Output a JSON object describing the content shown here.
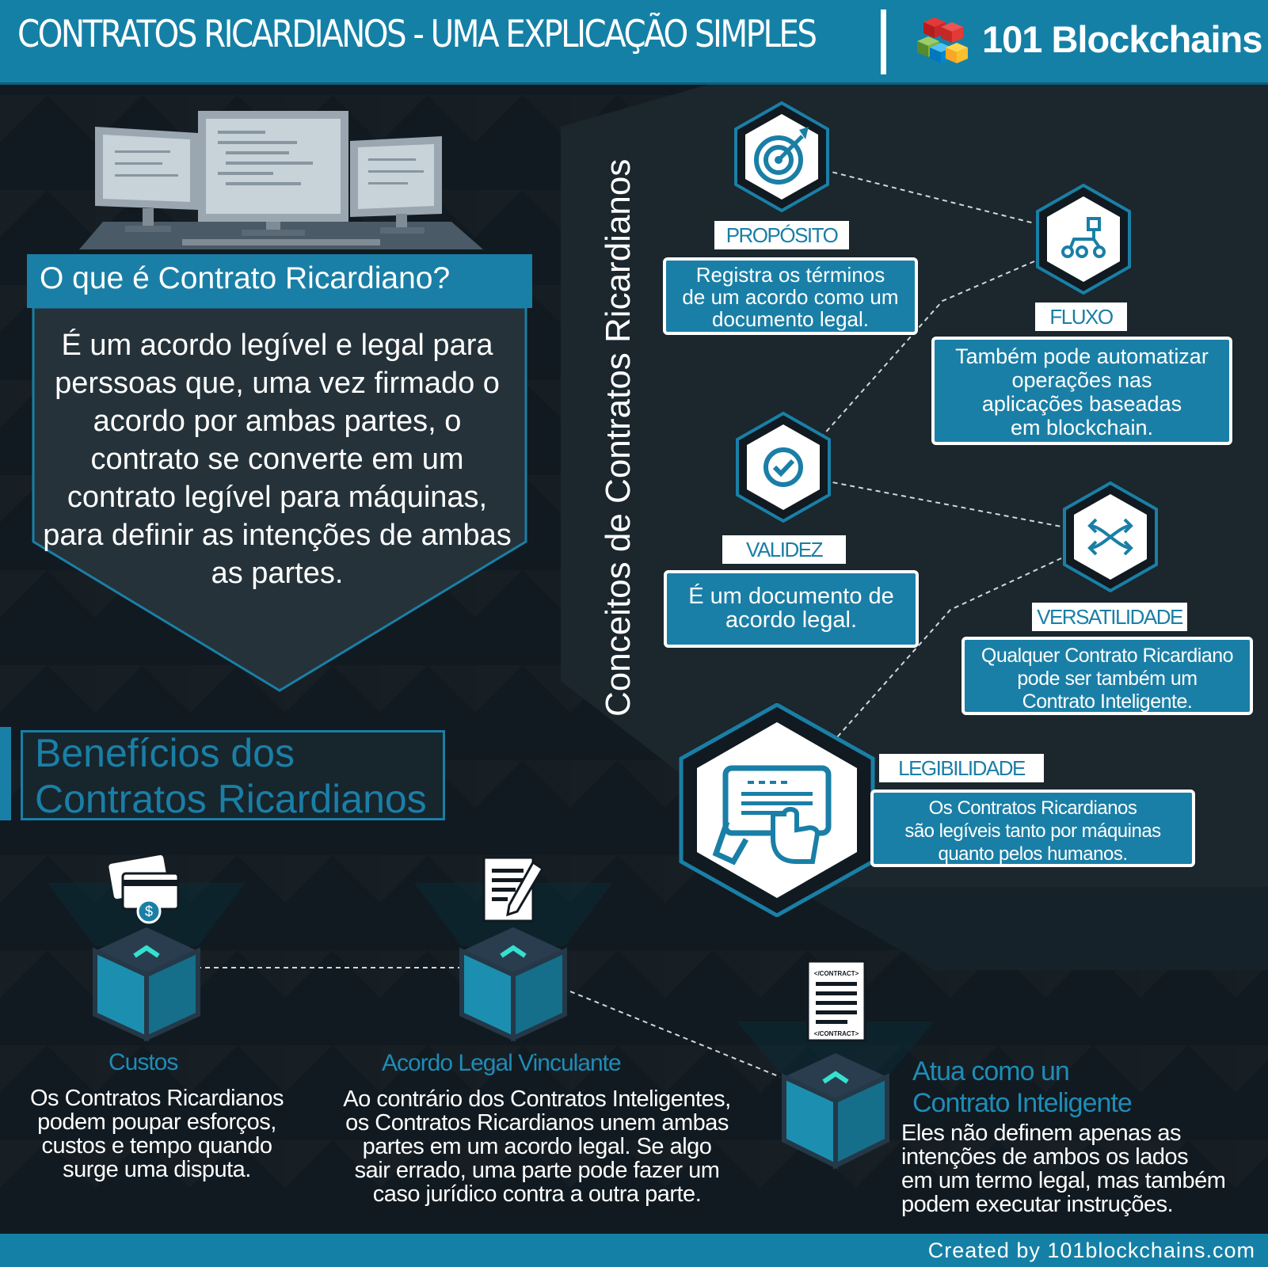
{
  "header": {
    "title": "CONTRATOS RICARDIANOS - UMA EXPLICAÇÃO SIMPLES",
    "brand": "101 Blockchains"
  },
  "intro": {
    "question": "O que é Contrato Ricardiano?",
    "definition": "É um acordo legível e legal para perssoas que, uma vez firmado o acordo por ambas partes, o contrato se converte em um contrato legível para máquinas, para definir as intenções de ambas as partes."
  },
  "concepts": {
    "title": "Conceitos de Contratos Ricardianos",
    "items": [
      {
        "tag": "PROPÓSITO",
        "lines": [
          "Registra os términos",
          "de um acordo como um",
          "documento legal."
        ],
        "icon": "target-icon"
      },
      {
        "tag": "FLUXO",
        "lines": [
          "Também pode automatizar",
          "operações nas",
          "aplicações baseadas",
          "em blockchain."
        ],
        "icon": "flow-icon"
      },
      {
        "tag": "VALIDEZ",
        "lines": [
          "É um documento de",
          "acordo legal."
        ],
        "icon": "check-icon"
      },
      {
        "tag": "VERSATILIDADE",
        "lines": [
          "Qualquer Contrato Ricardiano",
          "pode ser também um",
          "Contrato Inteligente."
        ],
        "icon": "arrows-cross-icon"
      },
      {
        "tag": "LEGIBILIDADE",
        "lines": [
          "Os Contratos Ricardianos",
          "são legíveis tanto por máquinas",
          "quanto pelos humanos."
        ],
        "icon": "tablet-icon"
      }
    ]
  },
  "benefits": {
    "title_lines": [
      "Benefícios dos",
      "Contratos Ricardianos"
    ],
    "items": [
      {
        "heading": "Custos",
        "lines": [
          "Os Contratos Ricardianos",
          "podem poupar esforços,",
          "custos e tempo quando",
          "surge uma disputa."
        ],
        "icon": "money-card-icon"
      },
      {
        "heading": "Acordo Legal Vinculante",
        "lines": [
          "Ao contrário dos Contratos Inteligentes,",
          "os Contratos Ricardianos unem ambas",
          "partes em um acordo legal. Se algo",
          "sair errado, uma parte pode fazer um",
          "caso jurídico contra a outra parte."
        ],
        "icon": "signed-document-icon"
      },
      {
        "heading_lines": [
          "Atua como un",
          "Contrato Inteligente"
        ],
        "lines": [
          "Eles não definem apenas as",
          "intenções de ambos os lados",
          "em um termo legal, mas também",
          "podem executar instruções."
        ],
        "icon": "contract-icon",
        "icon_label": "</CONTRACT>",
        "icon_label2": "</CONTRACT>"
      }
    ]
  },
  "footer": {
    "credit": "Created by 101blockchains.com"
  },
  "colors": {
    "accent": "#1a7fa6",
    "header": "#1580a6",
    "background": "#111a20",
    "panel": "#1d2b33"
  }
}
